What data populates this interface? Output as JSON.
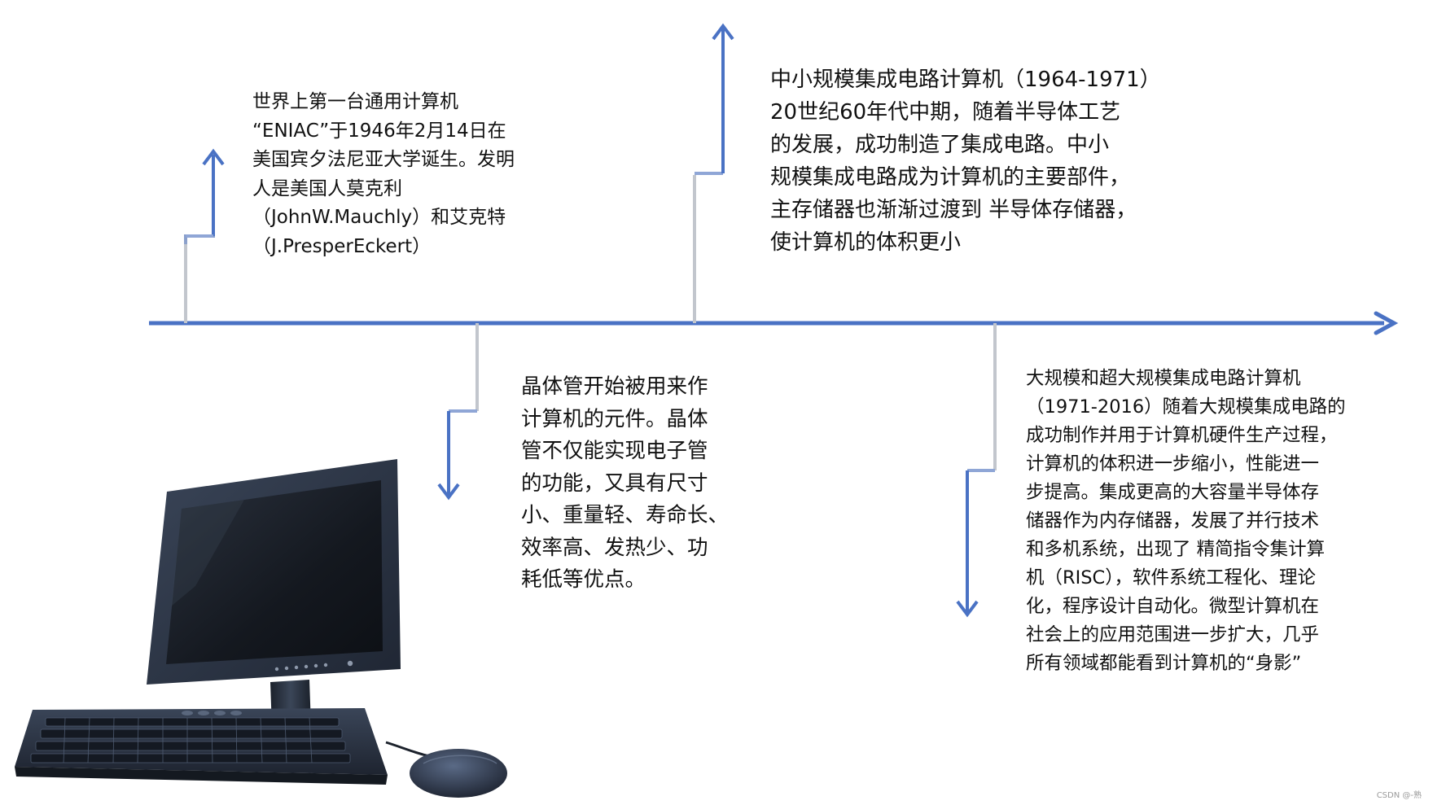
{
  "blocks": {
    "eniac": {
      "lines": [
        "世界上第一台通用计算机",
        "“ENIAC”于1946年2月14日在",
        "美国宾夕法尼亚大学诞生。发明",
        "人是美国人莫克利",
        "（JohnW.Mauchly）和艾克特",
        "（J.PresperEckert）"
      ]
    },
    "ic": {
      "lines": [
        "中小规模集成电路计算机（1964-1971）",
        "20世纪60年代中期，随着半导体工艺",
        "的发展，成功制造了集成电路。中小",
        "规模集成电路成为计算机的主要部件，",
        "主存储器也渐渐过渡到 半导体存储器，",
        "使计算机的体积更小"
      ]
    },
    "transistor": {
      "lines": [
        "晶体管开始被用来作",
        "计算机的元件。晶体",
        "管不仅能实现电子管",
        "的功能，又具有尺寸",
        "小、重量轻、寿命长、",
        "效率高、发热少、功",
        "耗低等优点。"
      ]
    },
    "lsi": {
      "lines": [
        "大规模和超大规模集成电路计算机",
        "（1971-2016）随着大规模集成电路的",
        "成功制作并用于计算机硬件生产过程，",
        "计算机的体积进一步缩小，性能进一",
        "步提高。集成更高的大容量半导体存",
        "储器作为内存储器，发展了并行技术",
        "和多机系统，出现了 精简指令集计算",
        "机（RISC），软件系统工程化、理论",
        "化，程序设计自动化。微型计算机在",
        "社会上的应用范围进一步扩大，几乎",
        "所有领域都能看到计算机的“身影”"
      ]
    }
  },
  "watermark": "CSDN @-熟",
  "colors": {
    "timeline_blue": "#4a72c4",
    "connector_gray": "#b9bec7",
    "monitor_dark": "#2b3444",
    "screen_dark": "#1a1f28"
  }
}
